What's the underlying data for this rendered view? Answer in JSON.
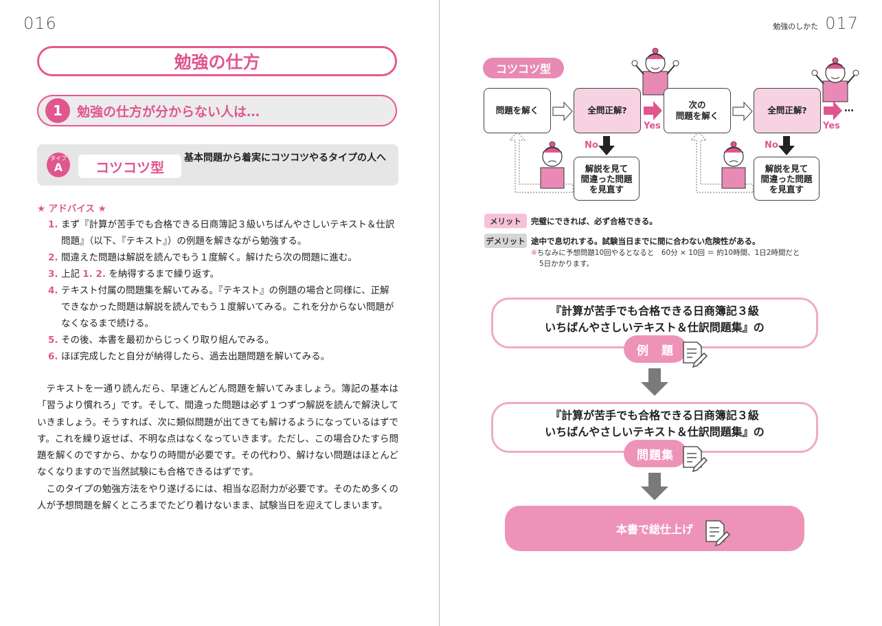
{
  "left": {
    "page_number": "016",
    "title": "勉強の仕方",
    "section": {
      "number": "1",
      "text": "勉強の仕方が分からない人は…"
    },
    "type": {
      "badge_top": "タイプ",
      "badge_letter": "A",
      "label": "コツコツ型",
      "description": "基本問題から着実にコツコツやるタイプの人へ"
    },
    "advice": {
      "heading": "★ アドバイス ★",
      "items": [
        {
          "n": "1.",
          "pre": "まず『計算が苦手でも合格できる日商簿記３級いちばんやさしいテキスト＆仕訳問題』（以下、『テキスト』）の例題を解きながら勉強する。",
          "hl": "",
          "post": ""
        },
        {
          "n": "2.",
          "pre": "間違えた問題は解説を読んでもう１度解く。解けたら次の問題に進む。",
          "hl": "",
          "post": ""
        },
        {
          "n": "3.",
          "pre": "上記 ",
          "hl": "1. 2.",
          "post": " を納得するまで繰り返す。"
        },
        {
          "n": "4.",
          "pre": "テキスト付属の問題集を解いてみる。『テキスト』の例題の場合と同様に、正解できなかった問題は解説を読んでもう１度解いてみる。これを分からない問題がなくなるまで続ける。",
          "hl": "",
          "post": ""
        },
        {
          "n": "5.",
          "pre": "その後、本書を最初からじっくり取り組んでみる。",
          "hl": "",
          "post": ""
        },
        {
          "n": "6.",
          "pre": "ほぼ完成したと自分が納得したら、過去出題問題を解いてみる。",
          "hl": "",
          "post": ""
        }
      ]
    },
    "body": [
      "テキストを一通り読んだら、早速どんどん問題を解いてみましょう。簿記の基本は「習うより慣れろ」です。そして、間違った問題は必ず１つずつ解説を読んで解決していきましょう。そうすれば、次に類似問題が出てきても解けるようになっているはずです。これを繰り返せば、不明な点はなくなっていきます。ただし、この場合ひたすら問題を解くのですから、かなりの時間が必要です。その代わり、解けない問題はほとんどなくなりますので当然試験にも合格できるはずです。",
      "このタイプの勉強方法をやり遂げるには、相当な忍耐力が必要です。そのため多くの人が予想問題を解くところまでたどり着けないまま、試験当日を迎えてしまいます。"
    ]
  },
  "right": {
    "header_title": "勉強のしかた",
    "page_number": "017",
    "tag": "コツコツ型",
    "flow": {
      "solve": "問題を解く",
      "all_correct": "全問正解?",
      "next": "次の\n問題を解く",
      "review": "解説を見て\n間違った問題\nを見直す",
      "yes": "Yes",
      "no": "No",
      "ellipsis": "…"
    },
    "merit_label": "メリット",
    "merit_text": "完璧にできれば、必ず合格できる。",
    "demerit_label": "デメリット",
    "demerit_text": "途中で息切れする。試験当日までに間に合わない危険性がある。",
    "note_mark": "※",
    "note_line1": "ちなみに予想問題10回やるとなると　60分 × 10回 ＝ 約10時間、1日2時間だと",
    "note_line2": "5日かかります。",
    "box1_line1": "『計算が苦手でも合格できる日商簿記３級",
    "box1_line2": "いちばんやさしいテキスト＆仕訳問題集』の",
    "pill1": "例　題",
    "box2_line1": "『計算が苦手でも合格できる日商簿記３級",
    "box2_line2": "いちばんやさしいテキスト＆仕訳問題集』の",
    "pill2": "問題集",
    "final": "本書で総仕上げ"
  }
}
